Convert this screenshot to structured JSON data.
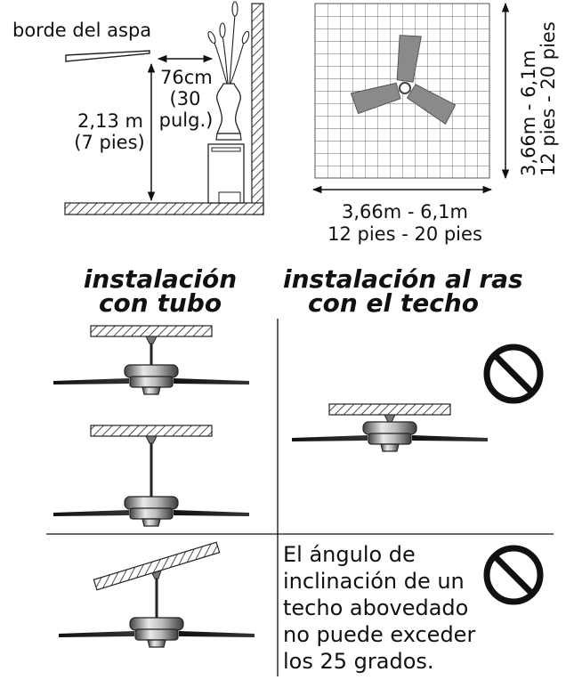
{
  "top_left": {
    "blade_edge_label": "borde del aspa",
    "clearance_cm": "76cm",
    "clearance_in_1": "(30",
    "clearance_in_2": "pulg.)",
    "height_m": "2,13 m",
    "height_ft": "(7 pies)"
  },
  "top_right": {
    "room_width_m": "3,66m - 6,1m",
    "room_width_ft": "12 pies - 20 pies",
    "room_depth_m": "3,66m - 6,1m",
    "room_depth_ft": "12 pies - 20 pies"
  },
  "headings": {
    "downrod_1": "instalación",
    "downrod_2": "con tubo",
    "flush_1": "instalación al ras",
    "flush_2": "con el techo"
  },
  "note": {
    "line1": "El ángulo de",
    "line2": "inclinación de un",
    "line3": "techo abovedado",
    "line4": "no puede exceder",
    "line5": "los 25 grados."
  },
  "icons": {
    "prohibited_1": "prohibited-icon",
    "prohibited_2": "prohibited-icon"
  }
}
